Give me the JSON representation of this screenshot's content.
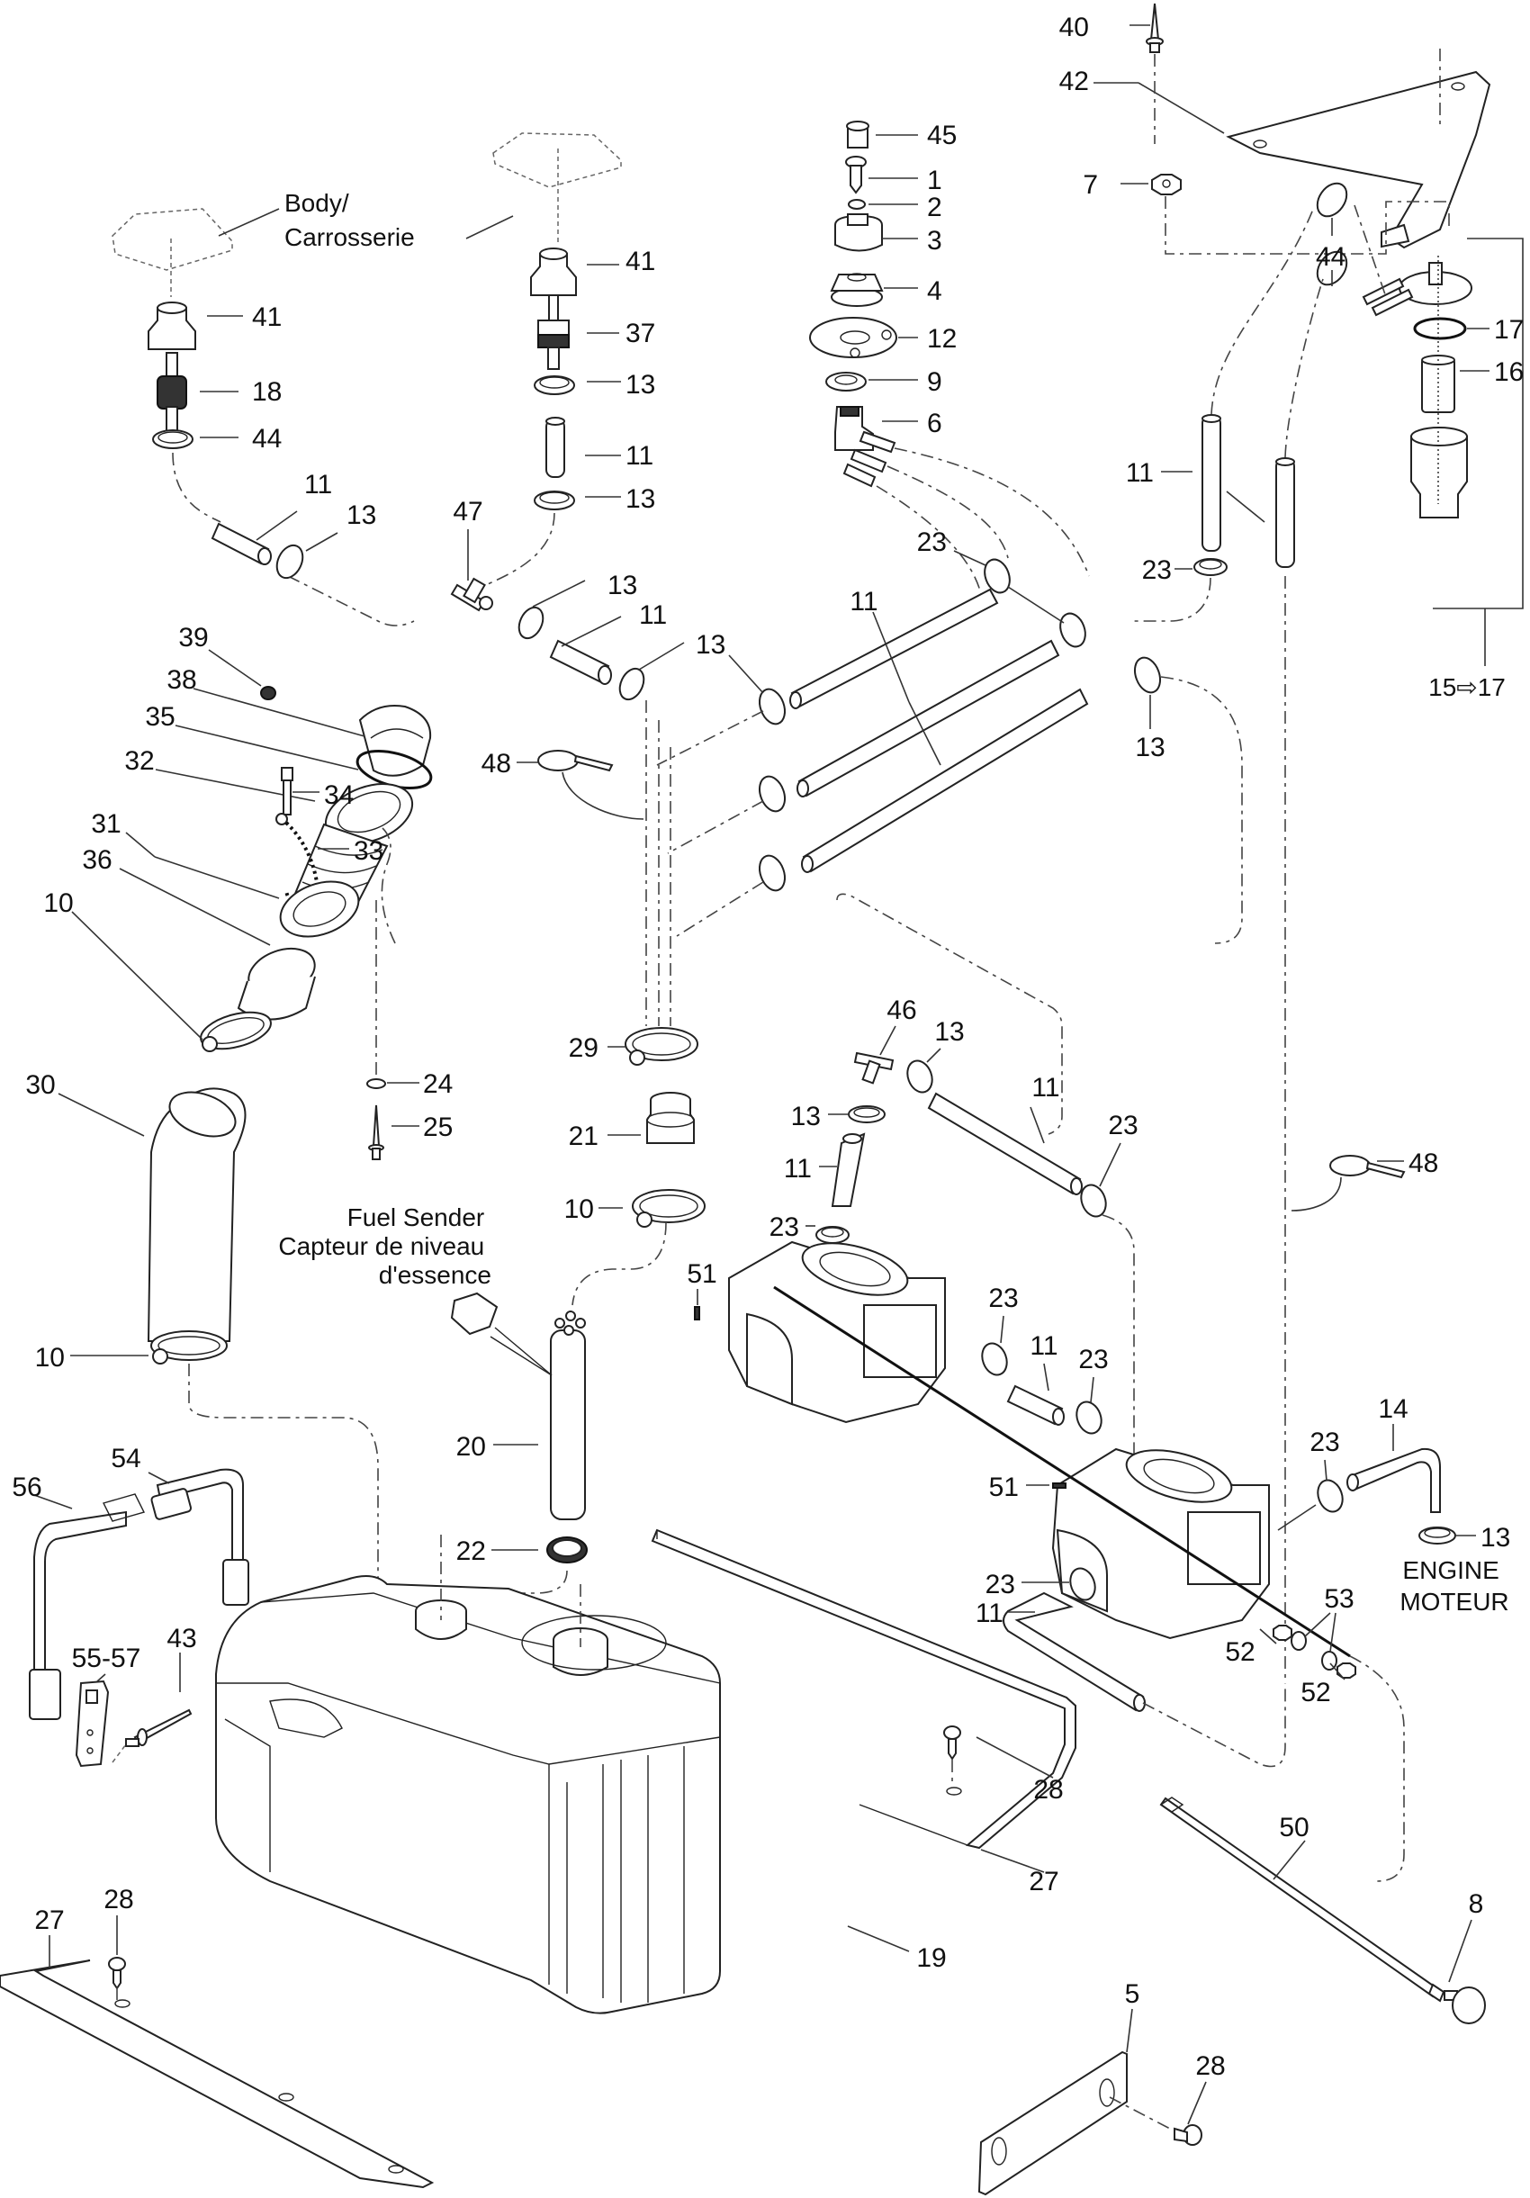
{
  "title": "Fuel system exploded parts diagram",
  "labels": {
    "body": [
      "Body/",
      "Carrosserie"
    ],
    "fuel_sender": [
      "Fuel Sender",
      "Capteur de niveau",
      "d'essence"
    ],
    "engine": [
      "ENGINE",
      "MOTEUR"
    ],
    "range_note": "15⇨17"
  },
  "callouts": [
    {
      "id": "c40",
      "text": "40"
    },
    {
      "id": "c42",
      "text": "42"
    },
    {
      "id": "c45",
      "text": "45"
    },
    {
      "id": "c1",
      "text": "1"
    },
    {
      "id": "c2",
      "text": "2"
    },
    {
      "id": "c3",
      "text": "3"
    },
    {
      "id": "c7",
      "text": "7"
    },
    {
      "id": "c4",
      "text": "4"
    },
    {
      "id": "c12",
      "text": "12"
    },
    {
      "id": "c9",
      "text": "9"
    },
    {
      "id": "c6",
      "text": "6"
    },
    {
      "id": "c17",
      "text": "17"
    },
    {
      "id": "c16",
      "text": "16"
    },
    {
      "id": "c44a",
      "text": "44"
    },
    {
      "id": "c11a",
      "text": "11"
    },
    {
      "id": "c23a",
      "text": "23"
    },
    {
      "id": "c23b",
      "text": "23"
    },
    {
      "id": "c41a",
      "text": "41"
    },
    {
      "id": "c41b",
      "text": "41"
    },
    {
      "id": "c37",
      "text": "37"
    },
    {
      "id": "c18",
      "text": "18"
    },
    {
      "id": "c13a",
      "text": "13"
    },
    {
      "id": "c44b",
      "text": "44"
    },
    {
      "id": "c11b",
      "text": "11"
    },
    {
      "id": "c13b",
      "text": "13"
    },
    {
      "id": "c11c",
      "text": "11"
    },
    {
      "id": "c13c",
      "text": "13"
    },
    {
      "id": "c47",
      "text": "47"
    },
    {
      "id": "c13d",
      "text": "13"
    },
    {
      "id": "c11d",
      "text": "11"
    },
    {
      "id": "c13e",
      "text": "13"
    },
    {
      "id": "c11e",
      "text": "11"
    },
    {
      "id": "c13f",
      "text": "13"
    },
    {
      "id": "c39",
      "text": "39"
    },
    {
      "id": "c38",
      "text": "38"
    },
    {
      "id": "c35",
      "text": "35"
    },
    {
      "id": "c48a",
      "text": "48"
    },
    {
      "id": "c32",
      "text": "32"
    },
    {
      "id": "c34",
      "text": "34"
    },
    {
      "id": "c31",
      "text": "31"
    },
    {
      "id": "c33",
      "text": "33"
    },
    {
      "id": "c36",
      "text": "36"
    },
    {
      "id": "c10a",
      "text": "10"
    },
    {
      "id": "c24",
      "text": "24"
    },
    {
      "id": "c30",
      "text": "30"
    },
    {
      "id": "c25",
      "text": "25"
    },
    {
      "id": "c29",
      "text": "29"
    },
    {
      "id": "c21",
      "text": "21"
    },
    {
      "id": "c10b",
      "text": "10"
    },
    {
      "id": "c46",
      "text": "46"
    },
    {
      "id": "c13g",
      "text": "13"
    },
    {
      "id": "c13h",
      "text": "13"
    },
    {
      "id": "c11f",
      "text": "11"
    },
    {
      "id": "c11g",
      "text": "11"
    },
    {
      "id": "c23c",
      "text": "23"
    },
    {
      "id": "c23d",
      "text": "23"
    },
    {
      "id": "c48b",
      "text": "48"
    },
    {
      "id": "c51a",
      "text": "51"
    },
    {
      "id": "c10c",
      "text": "10"
    },
    {
      "id": "c23e",
      "text": "23"
    },
    {
      "id": "c11h",
      "text": "11"
    },
    {
      "id": "c23f",
      "text": "23"
    },
    {
      "id": "c20",
      "text": "20"
    },
    {
      "id": "c14",
      "text": "14"
    },
    {
      "id": "c23g",
      "text": "23"
    },
    {
      "id": "c51b",
      "text": "51"
    },
    {
      "id": "c13i",
      "text": "13"
    },
    {
      "id": "c53",
      "text": "53"
    },
    {
      "id": "c54",
      "text": "54"
    },
    {
      "id": "c56",
      "text": "56"
    },
    {
      "id": "c22",
      "text": "22"
    },
    {
      "id": "c23h",
      "text": "23"
    },
    {
      "id": "c11i",
      "text": "11"
    },
    {
      "id": "c52a",
      "text": "52"
    },
    {
      "id": "c52b",
      "text": "52"
    },
    {
      "id": "c5557",
      "text": "55-57"
    },
    {
      "id": "c43",
      "text": "43"
    },
    {
      "id": "c28a",
      "text": "28"
    },
    {
      "id": "c27a",
      "text": "27"
    },
    {
      "id": "c28b",
      "text": "28"
    },
    {
      "id": "c27b",
      "text": "27"
    },
    {
      "id": "c50",
      "text": "50"
    },
    {
      "id": "c5",
      "text": "5"
    },
    {
      "id": "c8",
      "text": "8"
    },
    {
      "id": "c28c",
      "text": "28"
    },
    {
      "id": "c19",
      "text": "19"
    }
  ]
}
